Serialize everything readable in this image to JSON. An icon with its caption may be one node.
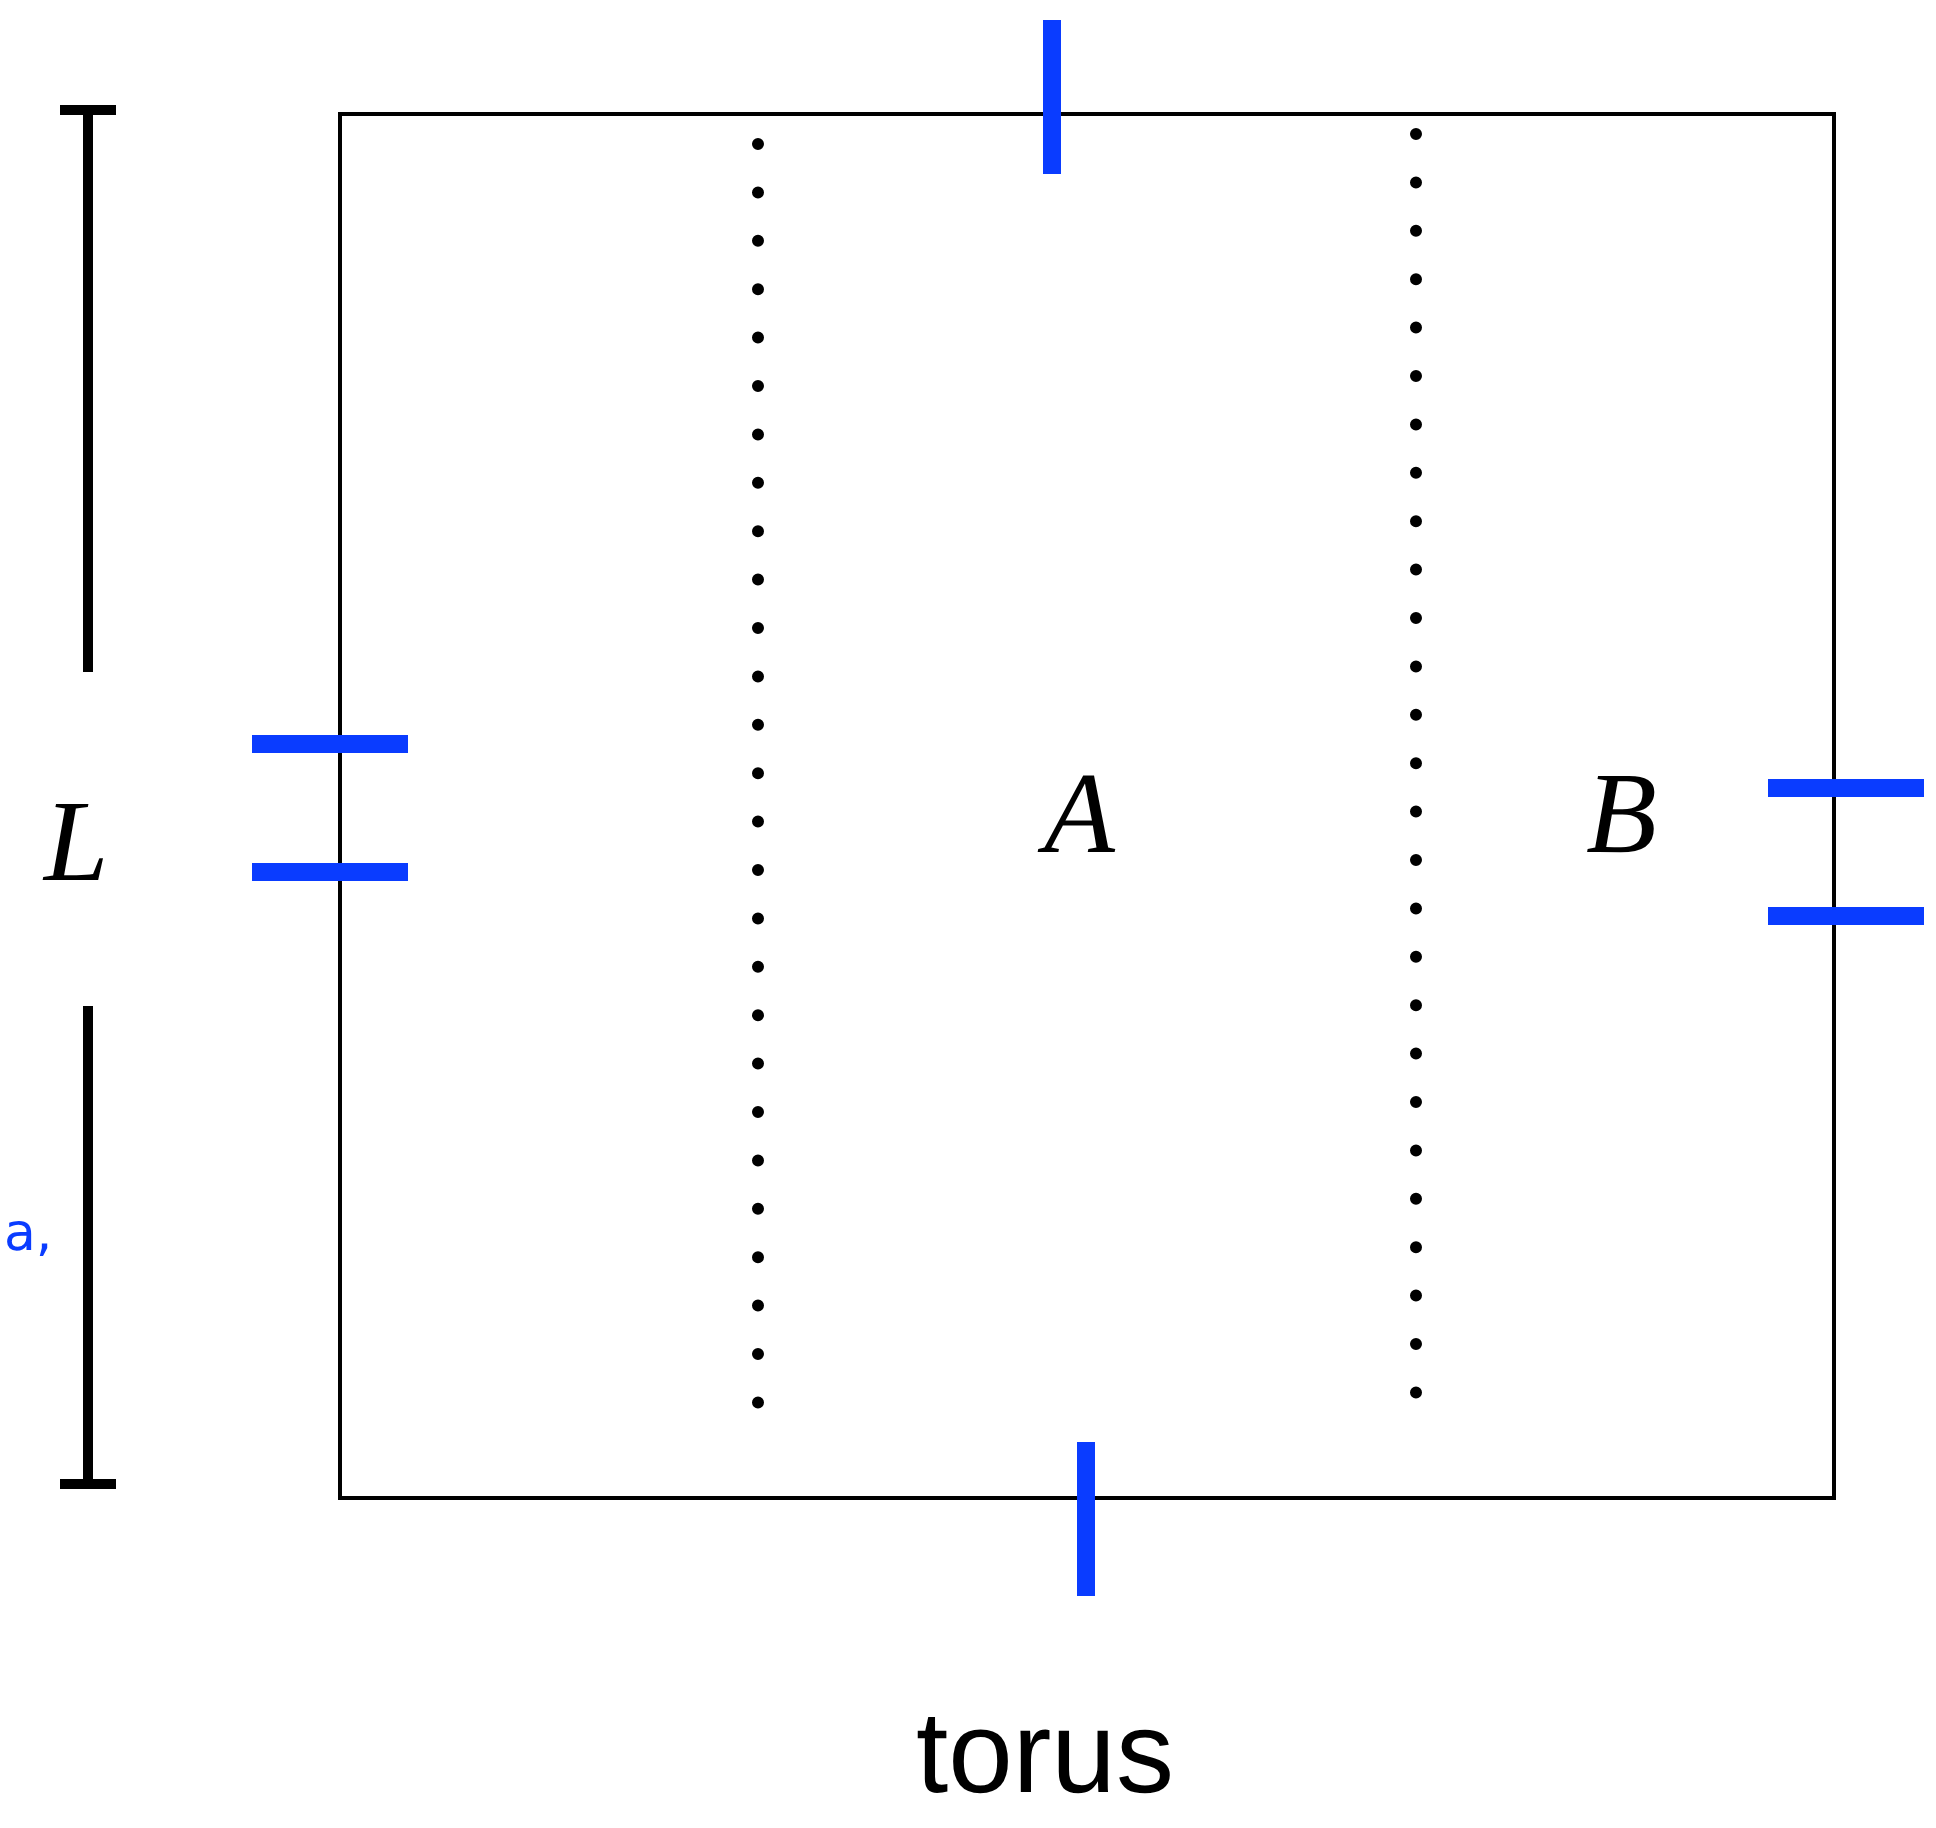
{
  "diagram": {
    "caption": "torus",
    "labels": [
      "L",
      "A",
      "B",
      "a,"
    ]
  }
}
